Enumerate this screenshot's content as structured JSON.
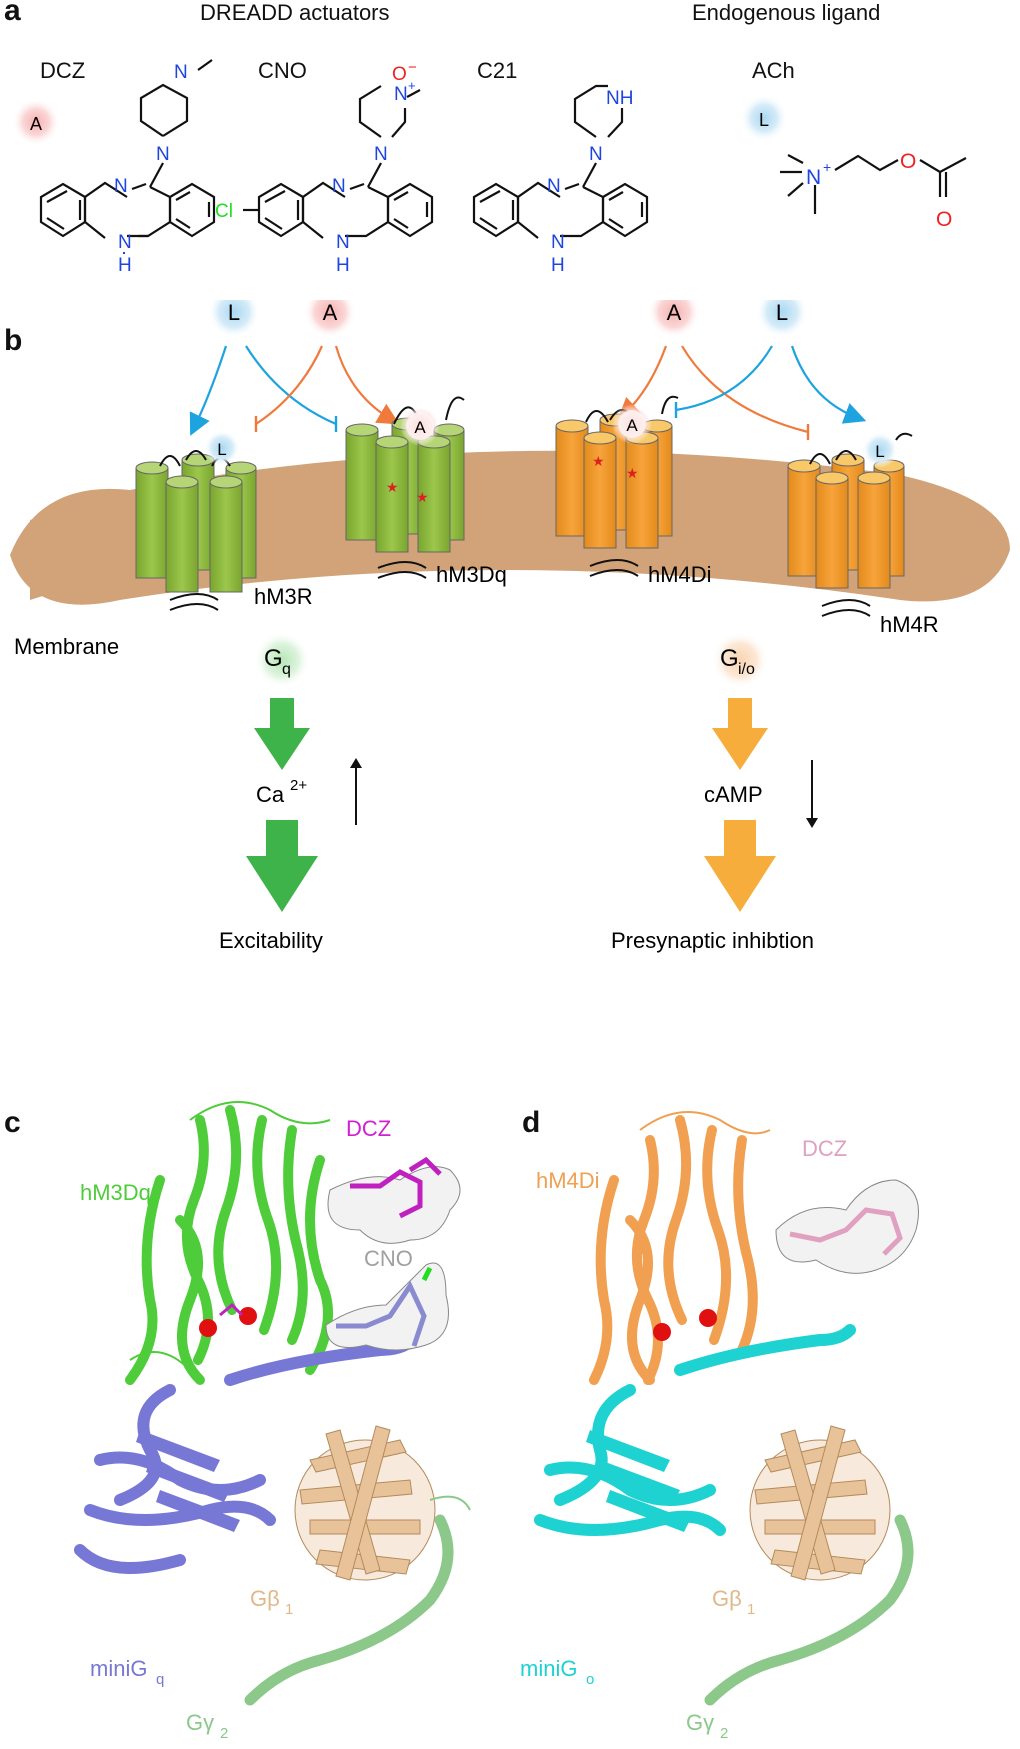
{
  "panel_a": {
    "label": "a",
    "header_left": "DREADD actuators",
    "header_right": "Endogenous ligand",
    "compounds": [
      "DCZ",
      "CNO",
      "C21",
      "ACh"
    ],
    "badge_actuator": "A",
    "badge_ligand": "L",
    "atoms": {
      "N": "N",
      "H": "H",
      "O": "O",
      "Cl": "Cl",
      "NH": "NH",
      "plus": "+",
      "minus": "−"
    }
  },
  "panel_b": {
    "label": "b",
    "badge_ligand": "L",
    "badge_actuator": "A",
    "receptors": [
      "hM3R",
      "hM3Dq",
      "hM4Di",
      "hM4R"
    ],
    "membrane": "Membrane",
    "gq_base": "G",
    "gq_sub": "q",
    "gio_base": "G",
    "gio_sub": "i/o",
    "ca_base": "Ca",
    "ca_sup": "2+",
    "camp": "cAMP",
    "excitability": "Excitability",
    "presynaptic": "Presynaptic inhibtion"
  },
  "panel_c": {
    "label": "c",
    "receptor": "hM3Dq",
    "ligand1": "DCZ",
    "ligand2": "CNO",
    "minig_base": "miniG",
    "minig_sub": "q",
    "gb_base": "Gβ",
    "gb_sub": "1",
    "gg_base": "Gγ",
    "gg_sub": "2"
  },
  "panel_d": {
    "label": "d",
    "receptor": "hM4Di",
    "ligand": "DCZ",
    "minig_base": "miniG",
    "minig_sub": "o",
    "gb_base": "Gβ",
    "gb_sub": "1",
    "gg_base": "Gγ",
    "gg_sub": "2"
  },
  "colors": {
    "green_receptor": "#8ab83e",
    "orange_receptor": "#f39c2a",
    "membrane": "#d2a378",
    "ligand_blue": "#1ca3e0",
    "actuator_orange": "#f07a3c",
    "gq_arrow": "#3db34a",
    "gio_arrow": "#f7ad3b",
    "nitrogen": "#1f45e0",
    "oxygen": "#ee2222",
    "chlorine": "#22dd22",
    "hm3dq_green": "#4ecc3a",
    "minigq_blue": "#7778d6",
    "gbeta": "#e8c39a",
    "ggamma": "#8bc88a",
    "hm4di_orange": "#f0a050",
    "minigo_cyan": "#1fd2d2",
    "dcz_magenta": "#d21fd2",
    "dcz_pink": "#e0a0c0",
    "cno_gray": "#a0a0a0"
  }
}
